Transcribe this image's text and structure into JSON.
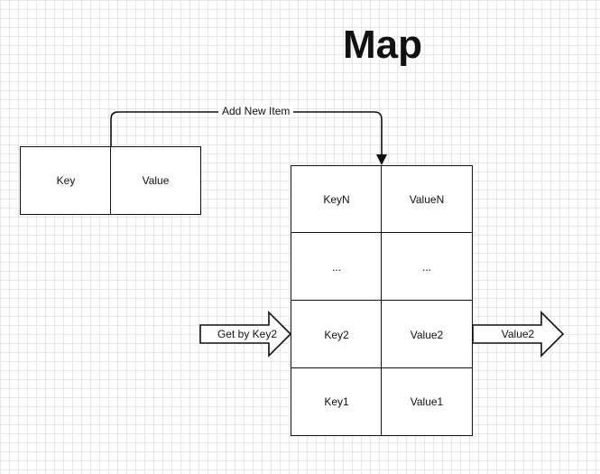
{
  "title": "Map",
  "new_item": {
    "key": "Key",
    "value": "Value"
  },
  "add_label": "Add New Item",
  "map_rows": [
    {
      "key": "KeyN",
      "value": "ValueN"
    },
    {
      "key": "...",
      "value": "..."
    },
    {
      "key": "Key2",
      "value": "Value2"
    },
    {
      "key": "Key1",
      "value": "Value1"
    }
  ],
  "get_label": "Get by Key2",
  "result_label": "Value2"
}
